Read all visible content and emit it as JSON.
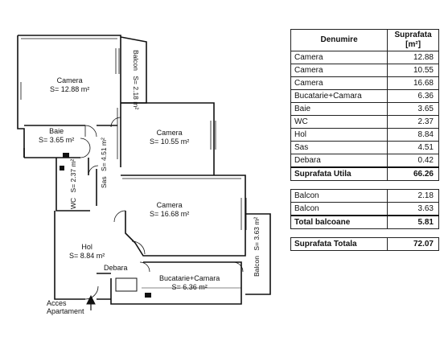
{
  "rooms": {
    "camera1": {
      "name": "Camera",
      "area": "S= 12.88 m²"
    },
    "camera2": {
      "name": "Camera",
      "area": "S= 10.55 m²"
    },
    "camera3": {
      "name": "Camera",
      "area": "S= 16.68 m²"
    },
    "baie": {
      "name": "Baie",
      "area": "S= 3.65 m²"
    },
    "wc": {
      "name": "WC",
      "area": "S= 2.37 m²"
    },
    "sas": {
      "name": "Sas",
      "area": "S= 4.51 m²"
    },
    "hol": {
      "name": "Hol",
      "area": "S= 8.84 m²"
    },
    "debara": {
      "name": "Debara"
    },
    "bucatarie": {
      "name": "Bucatarie+Camara",
      "area": "S= 6.36 m²"
    },
    "balcon1": {
      "name": "Balcon",
      "area": "S= 2.18 m²"
    },
    "balcon2": {
      "name": "Balcon",
      "area": "S= 3.63 m²"
    }
  },
  "entrance": {
    "line1": "Acces",
    "line2": "Apartament"
  },
  "table": {
    "header_name": "Denumire",
    "header_area_line1": "Suprafata",
    "header_area_line2": "[m²]",
    "rows": [
      {
        "name": "Camera",
        "value": "12.88"
      },
      {
        "name": "Camera",
        "value": "10.55"
      },
      {
        "name": "Camera",
        "value": "16.68"
      },
      {
        "name": "Bucatarie+Camara",
        "value": "6.36"
      },
      {
        "name": "Baie",
        "value": "3.65"
      },
      {
        "name": "WC",
        "value": "2.37"
      },
      {
        "name": "Hol",
        "value": "8.84"
      },
      {
        "name": "Sas",
        "value": "4.51"
      },
      {
        "name": "Debara",
        "value": "0.42"
      }
    ],
    "total_utila": {
      "name": "Suprafata Utila",
      "value": "66.26"
    },
    "balcony_rows": [
      {
        "name": "Balcon",
        "value": "2.18"
      },
      {
        "name": "Balcon",
        "value": "3.63"
      }
    ],
    "total_balcoane": {
      "name": "Total balcoane",
      "value": "5.81"
    },
    "total": {
      "name": "Suprafata Totala",
      "value": "72.07"
    }
  }
}
